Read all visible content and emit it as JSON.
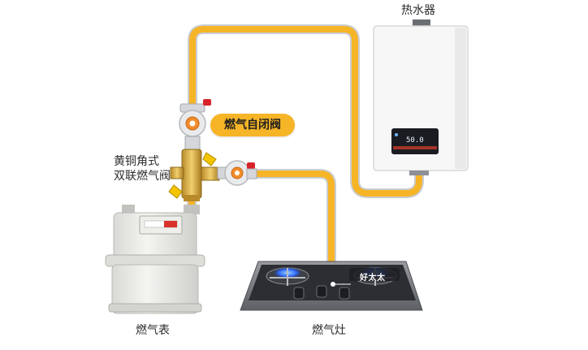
{
  "labels": {
    "water_heater": "热水器",
    "brass_valve_line1": "黄铜角式",
    "brass_valve_line2": "双联燃气阀",
    "self_closing_valve": "燃气自闭阀",
    "gas_meter": "燃气表",
    "gas_stove": "燃气灶"
  },
  "heater_display": "50.0",
  "stove_brand": "好太太",
  "colors": {
    "pipe": "#f6b427",
    "pipe_outline": "#9aa0a8",
    "badge": "#f6b427",
    "flame": "#2f6cff"
  },
  "icons": [
    "valve-icon",
    "knob-icon",
    "flame-icon",
    "dial-icon"
  ]
}
